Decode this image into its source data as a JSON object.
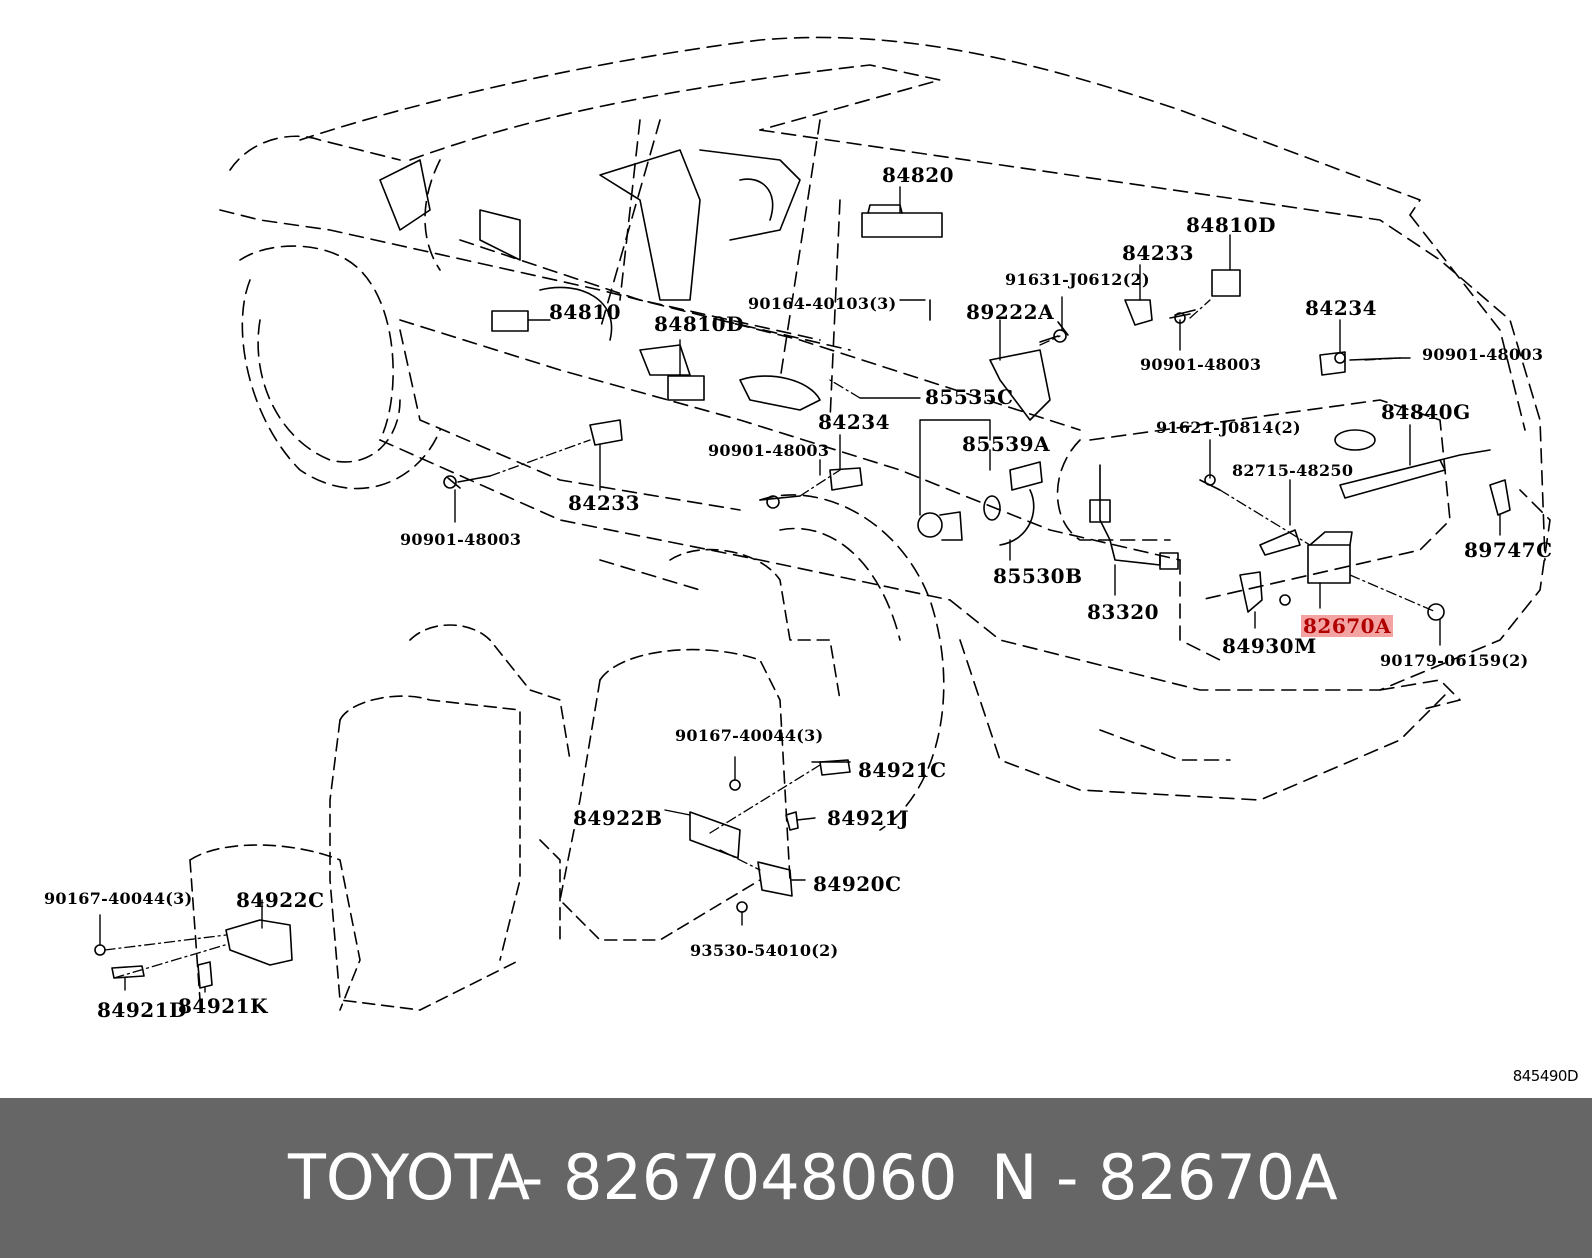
{
  "diagram": {
    "labels": {
      "l84820": "84820",
      "l84810D_top": "84810D",
      "l84233_top": "84233",
      "l91631": "91631-J0612(2)",
      "l84810": "84810",
      "l84810D_mid": "84810D",
      "l90164": "90164-40103(3)",
      "l89222A": "89222A",
      "l90901_top": "90901-48003",
      "l84234_right": "84234",
      "l90901_right": "90901-48003",
      "l85535C": "85535C",
      "l84234_mid": "84234",
      "l91621": "91621-J0814(2)",
      "l84840G": "84840G",
      "l85539A": "85539A",
      "l90901_mid": "90901-48003",
      "l82715": "82715-48250",
      "l84233_mid": "84233",
      "l90901_left": "90901-48003",
      "l89747C": "89747C",
      "l85530B": "85530B",
      "l83320": "83320",
      "l82670A": "82670A",
      "l84930M": "84930M",
      "l90179": "90179-06159(2)",
      "l90167_mid": "90167-40044(3)",
      "l84921C": "84921C",
      "l84922B": "84922B",
      "l84921J": "84921J",
      "l84920C": "84920C",
      "l90167_left": "90167-40044(3)",
      "l84922C": "84922C",
      "l93530": "93530-54010(2)",
      "l84921D": "84921D",
      "l84921K": "84921K"
    },
    "code": "845490D",
    "highlight_color": "#f4a3a3"
  },
  "footer": {
    "brand": "TOYOTA",
    "sep1": "-",
    "part_number": "8267048060",
    "n": "N",
    "sep2": "-",
    "ref": "82670A"
  }
}
